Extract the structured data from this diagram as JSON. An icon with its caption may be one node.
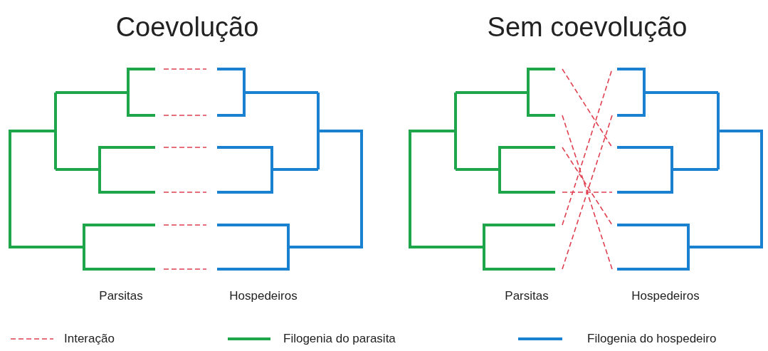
{
  "diagram": {
    "labels": [
      "Coevolução",
      "Sem coevolução",
      "Parsitas",
      "Hospedeiros",
      "Parsitas",
      "Hospedeiros"
    ],
    "legend": [
      {
        "text": "Interação"
      },
      {
        "text": "Filogenia do parasita"
      },
      {
        "text": "Filogenia do hospedeiro"
      }
    ]
  }
}
